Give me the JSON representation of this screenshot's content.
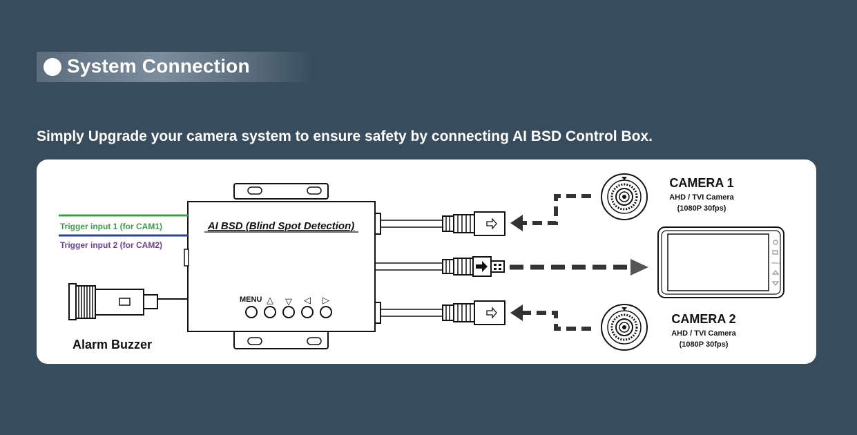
{
  "header": {
    "title": "System Connection"
  },
  "subtitle": "Simply Upgrade your camera system to ensure safety by connecting AI BSD Control Box.",
  "diagram": {
    "control_box": {
      "title": "AI BSD (Blind Spot Detection)",
      "menu_label": "MENU",
      "button_symbols": [
        "△",
        "▽",
        "◁",
        "▷"
      ]
    },
    "trigger_inputs": [
      {
        "label": "Trigger input 1 (for CAM1)",
        "color": "#3f9d4a"
      },
      {
        "label": "Trigger input 2 (for CAM2)",
        "color": "#6a3f93"
      }
    ],
    "buzzer": {
      "label": "Alarm Buzzer"
    },
    "cameras": [
      {
        "name": "CAMERA 1",
        "type": "AHD / TVI Camera",
        "spec": "(1080P 30fps)"
      },
      {
        "name": "CAMERA 2",
        "type": "AHD / TVI Camera",
        "spec": "(1080P 30fps)"
      }
    ],
    "monitor": {
      "button_label": "MENU"
    },
    "colors": {
      "line": "#1a1a1a",
      "arrow": "#333333",
      "blue_wire": "#2a3f9a"
    }
  }
}
